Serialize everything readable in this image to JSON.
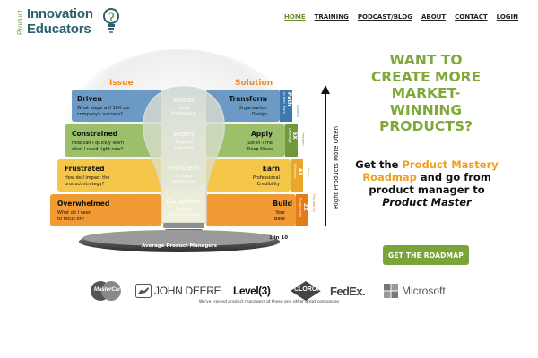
{
  "logo": {
    "product": "Product",
    "line1": "Innovation",
    "line2": "Educators"
  },
  "nav": {
    "items": [
      {
        "label": "HOME",
        "active": true
      },
      {
        "label": "TRAINING"
      },
      {
        "label": "PODCAST/BLOG"
      },
      {
        "label": "ABOUT"
      },
      {
        "label": "CONTACT"
      },
      {
        "label": "LOGIN"
      }
    ]
  },
  "infographic": {
    "issue_header": "Issue",
    "solution_header": "Solution",
    "rows": [
      {
        "issue_title": "Driven",
        "issue_line1": "What steps will 10X our",
        "issue_line2": "company's success?",
        "bulb_title": "Master",
        "bulb_line1": "Artful",
        "bulb_line2": "Architecting",
        "solution_title": "Transform",
        "solution_line1": "Organization",
        "solution_line2": "Design",
        "side_title": "Path",
        "side_sub": "to Exec Team",
        "tab_label": "Summit",
        "color": "#6b9ac4"
      },
      {
        "issue_title": "Constrained",
        "issue_line1": "How can I quickly learn",
        "issue_line2": "what I need right now?",
        "bulb_title": "Expert",
        "bulb_line1": "Targeted",
        "bulb_line2": "Learning",
        "solution_title": "Apply",
        "solution_line1": "Just-in-Time",
        "solution_line2": "Deep Dives",
        "side_title": "5X",
        "side_sub": "Leverage",
        "tab_label": "Freedom",
        "color": "#9cc06a"
      },
      {
        "issue_title": "Frustrated",
        "issue_line1": "How do I impact the",
        "issue_line2": "product strategy?",
        "bulb_title": "Proficient",
        "bulb_line1": "Insights",
        "bulb_line2": "Influencing",
        "solution_title": "Earn",
        "solution_line1": "Professional",
        "solution_line2": "Credibility",
        "side_title": "4X",
        "side_sub": "Influence",
        "tab_label": "Focus",
        "color": "#f4c64a"
      },
      {
        "issue_title": "Overwhelmed",
        "issue_line1": "What do I need",
        "issue_line2": "to focus on?",
        "bulb_title": "Competent",
        "bulb_line1": "Capable",
        "bulb_line2": "Comprehending",
        "solution_title": "Build",
        "solution_line1": "Your",
        "solution_line2": "Base",
        "side_title": "2X",
        "side_sub": "Productivity",
        "tab_label": "Foundation",
        "color": "#f29a34"
      }
    ],
    "base_label": "Average Product Managers",
    "ratio_label": "1 in 10",
    "arrow_label": "Right Products More Often"
  },
  "hero": {
    "headline": [
      "WANT TO",
      "CREATE MORE",
      "MARKET-",
      "WINNING",
      "PRODUCTS?"
    ],
    "sub_pre": "Get the ",
    "sub_highlight": "Product Mastery Roadmap",
    "sub_mid": " and go from product manager to ",
    "sub_em": "Product Master",
    "cta_label": "GET THE ROADMAP"
  },
  "clients": {
    "mastercard": "MasterCard",
    "johndeere": "JOHN DEERE",
    "level3": "Level(3)",
    "clorox": "CLOROX",
    "fedex": "FedEx.",
    "microsoft": "Microsoft",
    "caption": "We've trained product managers at these and other great companies"
  },
  "colors": {
    "accent_green": "#7aa33a",
    "headline_green": "#7fa83a",
    "highlight_orange": "#f0a020",
    "logo_blue": "#2c5f6e"
  }
}
